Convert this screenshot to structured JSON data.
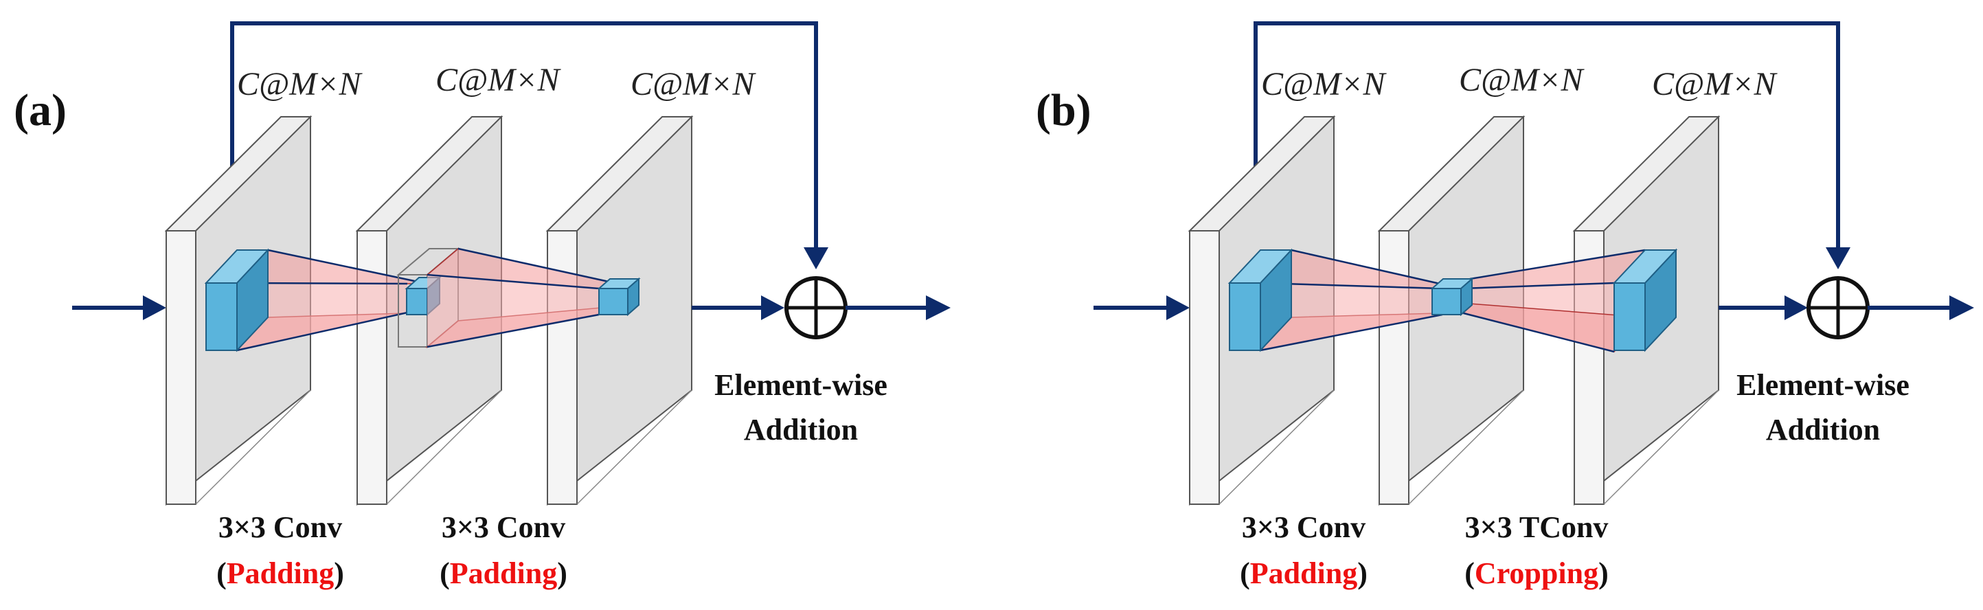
{
  "colors": {
    "arrow": "#0d2b6b",
    "panel_front": "#f3f3f3",
    "panel_side": "#d4d4d4",
    "panel_stroke": "#555555",
    "cube": "#5ab4dc",
    "cube_dark": "#3f96c0",
    "field_fill": "#f49a9a",
    "field_stroke": "#c0392b",
    "highlight_red": "#ee1111",
    "text": "#111111"
  },
  "panel_a": {
    "tag": "(a)",
    "feature_labels": [
      "C@M×N",
      "C@M×N",
      "C@M×N"
    ],
    "op1_line1": "3×3 Conv",
    "op1_paren_open": "(",
    "op1_highlight": "Padding",
    "op1_paren_close": ")",
    "op2_line1": "3×3 Conv",
    "op2_paren_open": "(",
    "op2_highlight": "Padding",
    "op2_paren_close": ")",
    "sum_line1": "Element-wise",
    "sum_line2": "Addition"
  },
  "panel_b": {
    "tag": "(b)",
    "feature_labels": [
      "C@M×N",
      "C@M×N",
      "C@M×N"
    ],
    "op1_line1": "3×3 Conv",
    "op1_paren_open": "(",
    "op1_highlight": "Padding",
    "op1_paren_close": ")",
    "op2_line1": "3×3 TConv",
    "op2_paren_open": "(",
    "op2_highlight": "Cropping",
    "op2_paren_close": ")",
    "sum_line1": "Element-wise",
    "sum_line2": "Addition"
  },
  "icons": {
    "sum": "circle-plus-icon",
    "arrow": "arrow-right-icon"
  }
}
